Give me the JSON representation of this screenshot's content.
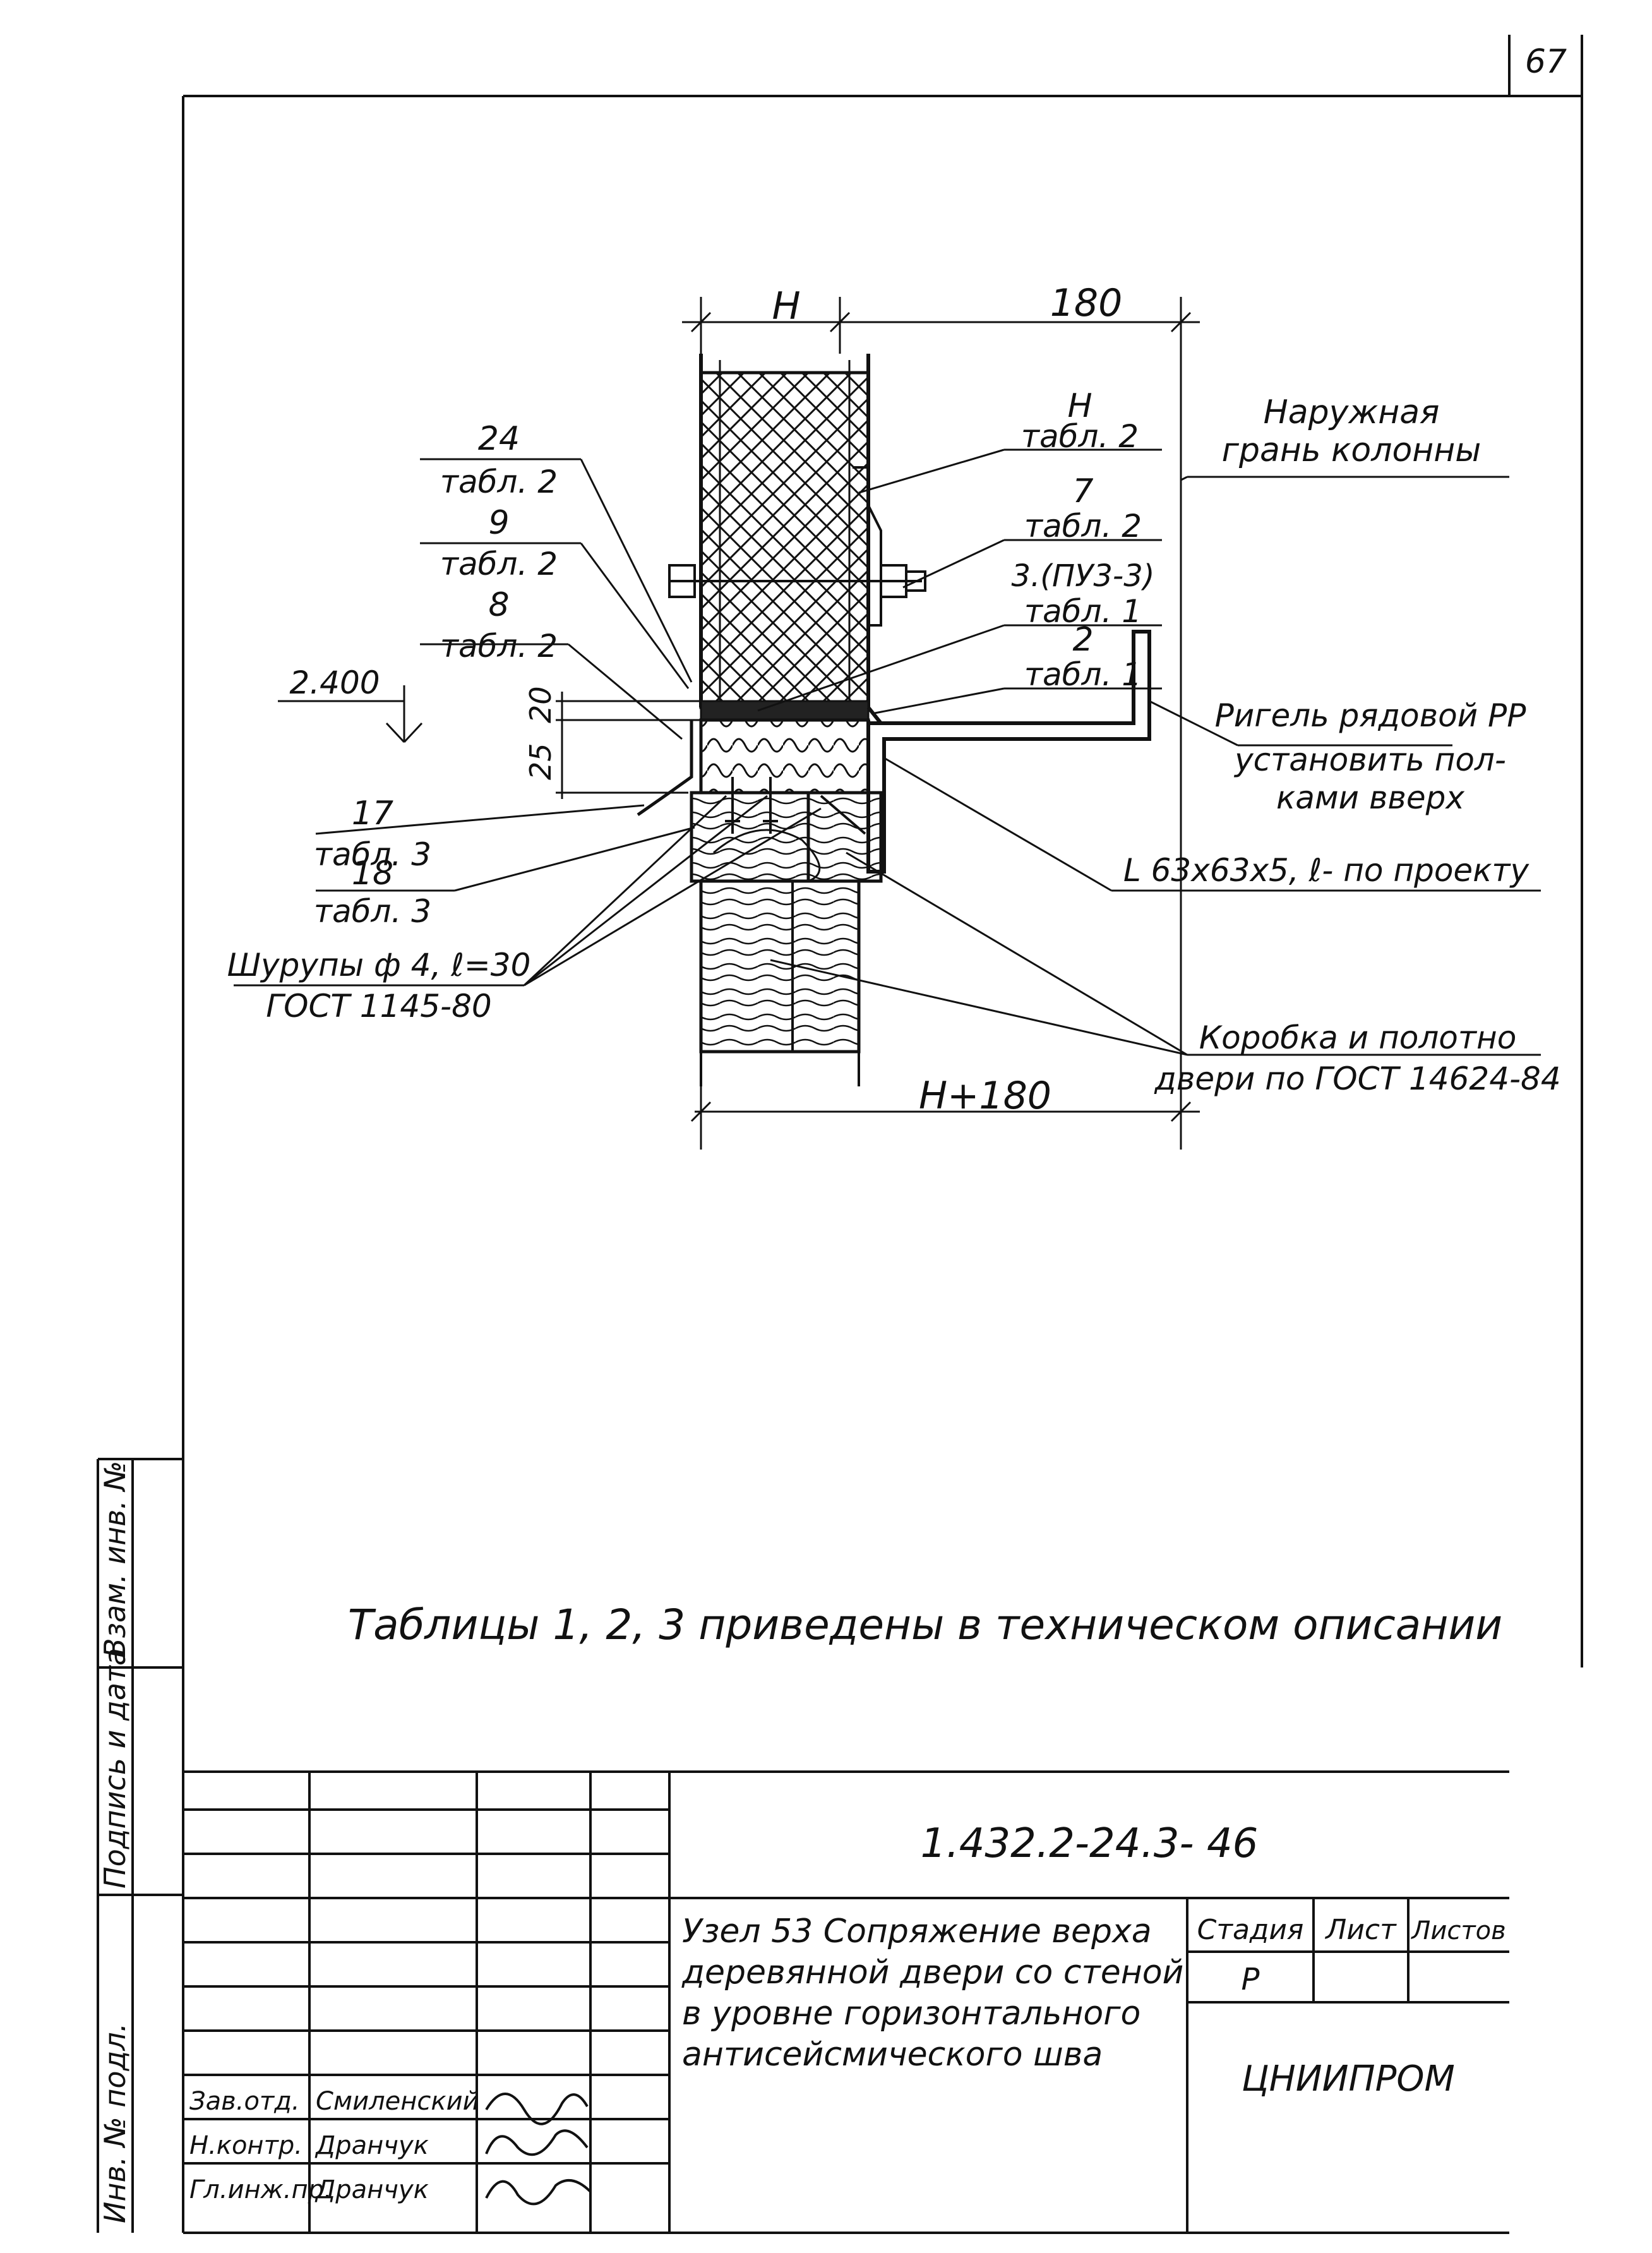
{
  "sheet": {
    "page_number": "67",
    "dimensions": {
      "top_left": "H",
      "top_right": "180",
      "bottom": "H+180",
      "elevation": "2.400",
      "offset_25": "25",
      "offset_20": "20"
    },
    "callouts": [
      {
        "num": "24",
        "table": "табл. 2"
      },
      {
        "num": "9",
        "table": "табл. 2"
      },
      {
        "num": "8",
        "table": "табл. 2"
      },
      {
        "num": "17",
        "table": "табл. 3"
      },
      {
        "num": "18",
        "table": "табл. 3"
      },
      {
        "num": "Н",
        "table": "табл. 2"
      },
      {
        "num": "7",
        "table": "табл. 2"
      },
      {
        "num": "3.(ПУ3-3)",
        "table": "табл. 1"
      },
      {
        "num": "2",
        "table": "табл. 1"
      }
    ],
    "screws": {
      "line1": "Шурупы ф 4, ℓ=30",
      "line2": "ГОСТ 1145-80"
    },
    "outer_face": {
      "line1": "Наружная",
      "line2": "грань колонны"
    },
    "girder": {
      "line1": "Ригель рядовой РР",
      "line2": "установить пол-",
      "line3": "ками вверх"
    },
    "angle": "L 63x63x5, ℓ- по проекту",
    "door": {
      "line1": "Коробка и полотно",
      "line2": "двери по ГОСТ 14624-84"
    },
    "note": "Таблицы 1, 2, 3 приведены в техническом описании",
    "side_stamp": [
      "Инв. № подл.",
      "Подпись и дата",
      "Взам. инв. №"
    ]
  },
  "title_block": {
    "code": "1.432.2-24.3- 46",
    "title_lines": [
      "Узел 53 Сопряжение верха",
      "деревянной двери со стеной",
      "в уровне горизонтального",
      "антисейсмического шва"
    ],
    "stage_label": "Стадия",
    "stage_value": "Р",
    "sheet_label": "Лист",
    "sheets_label": "Листов",
    "org": "ЦНИИПРОМ",
    "signatures": [
      {
        "role": "Зав.отд.",
        "name": "Смиленский"
      },
      {
        "role": "Н.контр.",
        "name": "Дранчук"
      },
      {
        "role": "Гл.инж.пр.",
        "name": "Дранчук"
      }
    ]
  }
}
